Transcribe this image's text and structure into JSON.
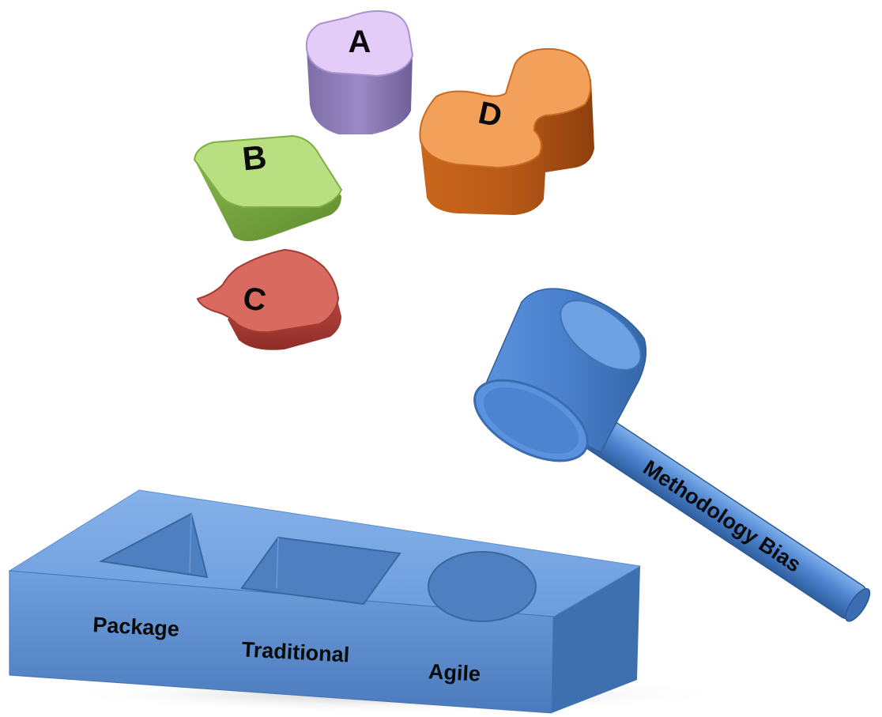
{
  "pieces": {
    "a": {
      "letter": "A",
      "color": "#b49fd6"
    },
    "b": {
      "letter": "B",
      "color": "#9ccb64"
    },
    "c": {
      "letter": "C",
      "color": "#c9564e"
    },
    "d": {
      "letter": "D",
      "color": "#e8843a"
    }
  },
  "board": {
    "color": "#5b8fd3",
    "labels": {
      "package": "Package",
      "traditional": "Traditional",
      "agile": "Agile"
    }
  },
  "hammer": {
    "color": "#4f86d2",
    "label": "Methodology Bias"
  }
}
